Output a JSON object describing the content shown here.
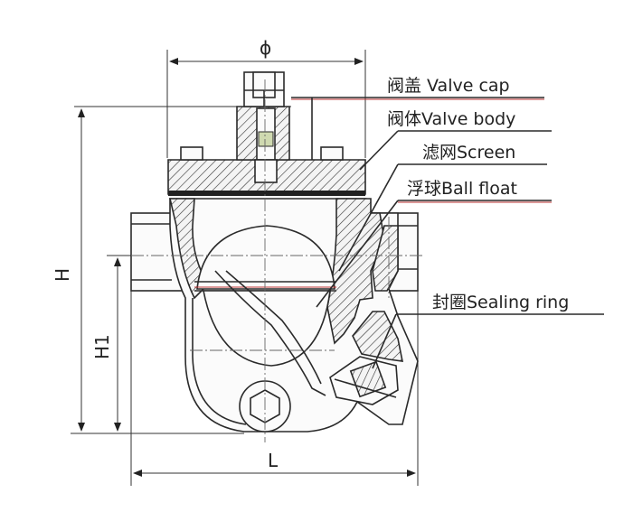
{
  "labels": {
    "valve_cap": "阀盖 Valve cap",
    "valve_body": "阀体Valve body",
    "screen": "滤网Screen",
    "ball_float": "浮球Ball float",
    "sealing_ring": "封圈Sealing ring"
  },
  "dimensions": {
    "phi": "ϕ",
    "H": "H",
    "H1": "H1",
    "L": "L"
  },
  "colors": {
    "line": "#2a2a2a",
    "accent_leader": "#b33333"
  }
}
